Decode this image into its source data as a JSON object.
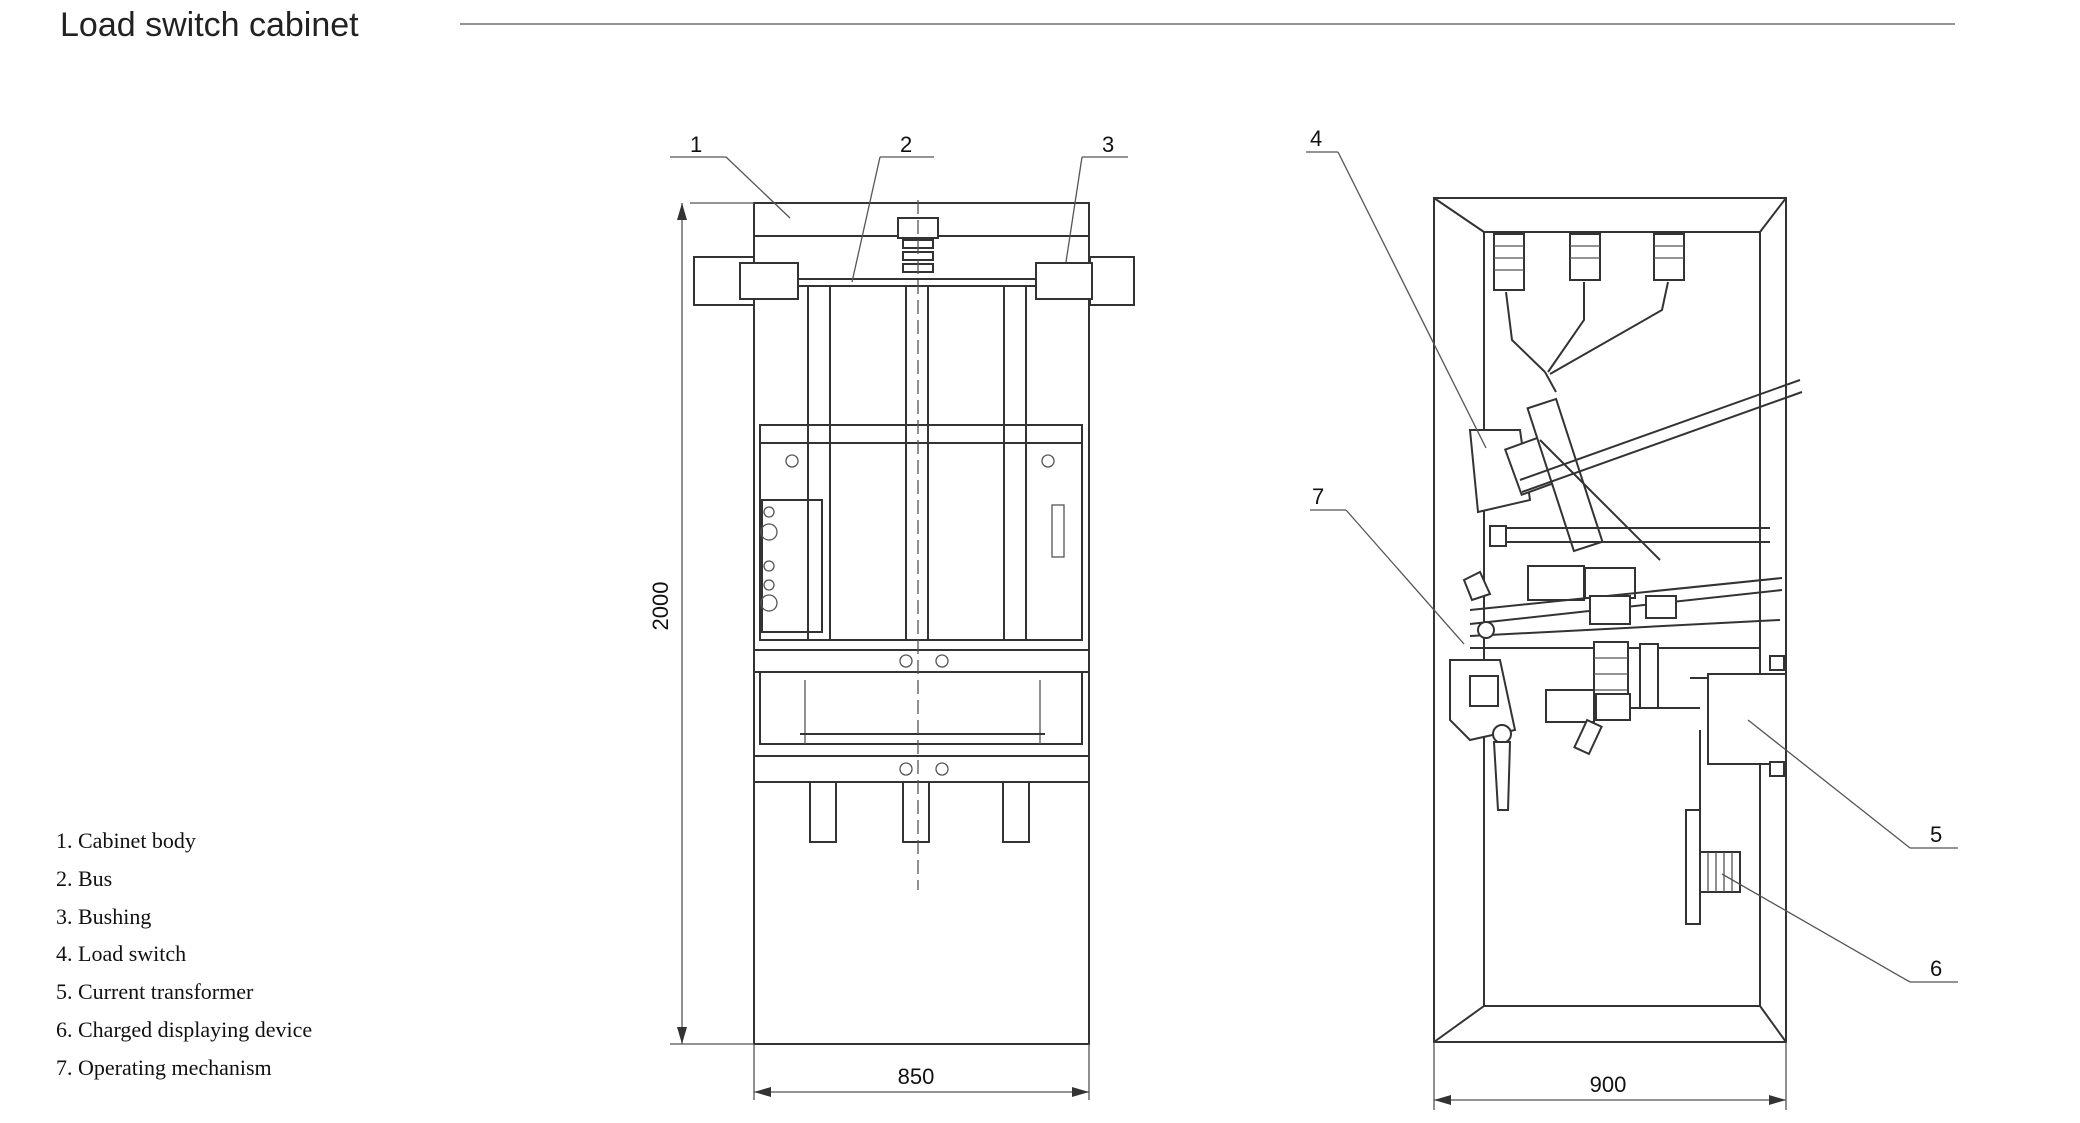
{
  "title": "Load switch cabinet",
  "legend": [
    "1. Cabinet body",
    "2.  Bus",
    "3.  Bushing",
    "4.  Load switch",
    "5.  Current transformer",
    "6.  Charged displaying device",
    "7.  Operating mechanism"
  ],
  "callouts": [
    "1",
    "2",
    "3",
    "4",
    "5",
    "6",
    "7"
  ],
  "dimensions": {
    "height": "2000",
    "front_width": "850",
    "side_width": "900"
  }
}
